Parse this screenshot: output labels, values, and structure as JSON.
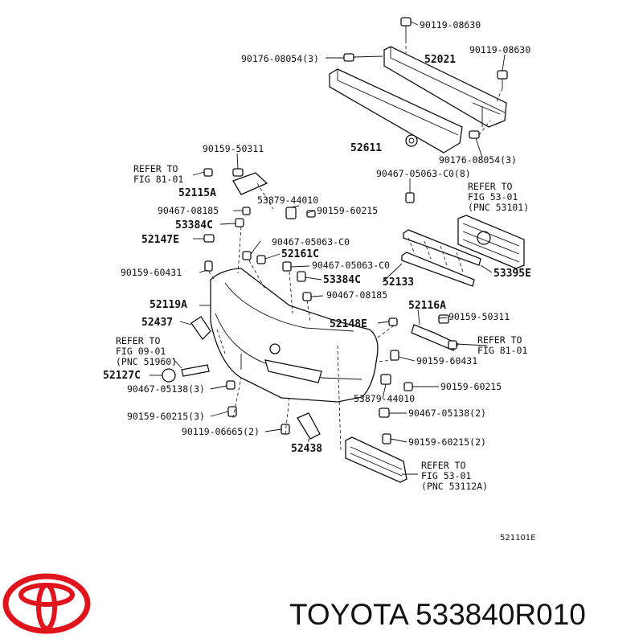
{
  "diagram": {
    "labels": {
      "l01": "90119-08630",
      "l02": "90176-08054(3)",
      "l03": "52021",
      "l04": "90119-08630",
      "l05": "52611",
      "l06": "90176-08054(3)",
      "l07": "90159-50311",
      "l08a": "REFER TO",
      "l08b": "FIG 81-01",
      "l09": "52115A",
      "l10": "90467-05063-C0(8)",
      "l11a": "REFER TO",
      "l11b": "FIG 53-01",
      "l11c": "(PNC 53101)",
      "l12": "53879-44010",
      "l13": "90467-08185",
      "l14": "90159-60215",
      "l15": "53384C",
      "l16": "52147E",
      "l17": "90467-05063-C0",
      "l18": "52161C",
      "l19": "90159-60431",
      "l20": "90467-05063-C0",
      "l21": "53384C",
      "l22": "52133",
      "l23": "53395E",
      "l24": "52119A",
      "l25": "90467-08185",
      "l26": "52116A",
      "l27": "52437",
      "l28": "90159-50311",
      "l29": "52148E",
      "l30a": "REFER TO",
      "l30b": "FIG 09-01",
      "l30c": "(PNC 51960)",
      "l31a": "REFER TO",
      "l31b": "FIG 81-01",
      "l32": "90159-60431",
      "l33": "52127C",
      "l34": "90467-05138(3)",
      "l35": "90159-60215",
      "l36": "53879-44010",
      "l37": "90159-60215(3)",
      "l38": "90467-05138(2)",
      "l39": "90119-06665(2)",
      "l40": "52438",
      "l41": "90159-60215(2)",
      "l42a": "REFER TO",
      "l42b": "FIG 53-01",
      "l42c": "(PNC 53112A)",
      "code": "521101E"
    }
  },
  "footer": {
    "brand_text": "TOYOTA 533840R010",
    "logo_color": "#e1141e"
  }
}
